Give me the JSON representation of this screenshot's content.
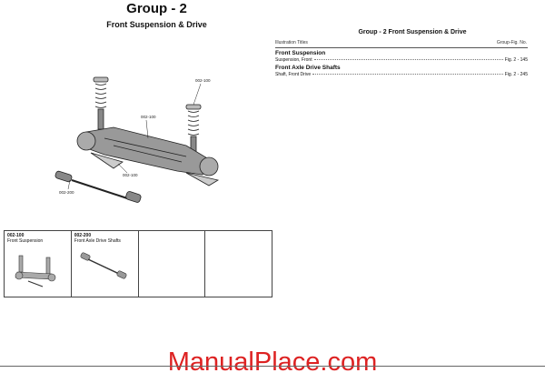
{
  "header": {
    "title": "Group - 2",
    "subtitle": "Front Suspension & Drive"
  },
  "illustration": {
    "callouts": [
      "002-100",
      "002-100",
      "002-100",
      "002-200"
    ]
  },
  "index": {
    "title": "Group - 2 Front Suspension & Drive",
    "col_left": "Illustration Titles",
    "col_right": "Group-Fig. No.",
    "sections": [
      {
        "heading": "Front Suspension",
        "entries": [
          {
            "label": "Suspension, Front",
            "ref": "Fig. 2 - 145"
          }
        ]
      },
      {
        "heading": "Front Axle Drive Shafts",
        "entries": [
          {
            "label": "Shaft, Front Drive",
            "ref": "Fig. 2 - 245"
          }
        ]
      }
    ]
  },
  "thumbnails": [
    {
      "code": "002-100",
      "name": "Front Suspension"
    },
    {
      "code": "002-200",
      "name": "Front Axle Drive Shafts"
    },
    {
      "code": "",
      "name": ""
    },
    {
      "code": "",
      "name": ""
    }
  ],
  "watermark": "ManualPlace.com"
}
